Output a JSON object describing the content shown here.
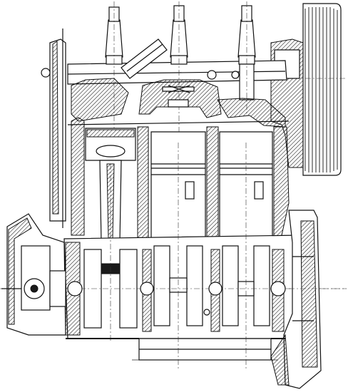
{
  "drawing": {
    "style": "line-art technical cross-section",
    "stroke_color": "#111111",
    "background_color": "#ffffff",
    "cylinder_count": 3,
    "spark_plug_count": 3,
    "crank_throw_count": 3
  }
}
